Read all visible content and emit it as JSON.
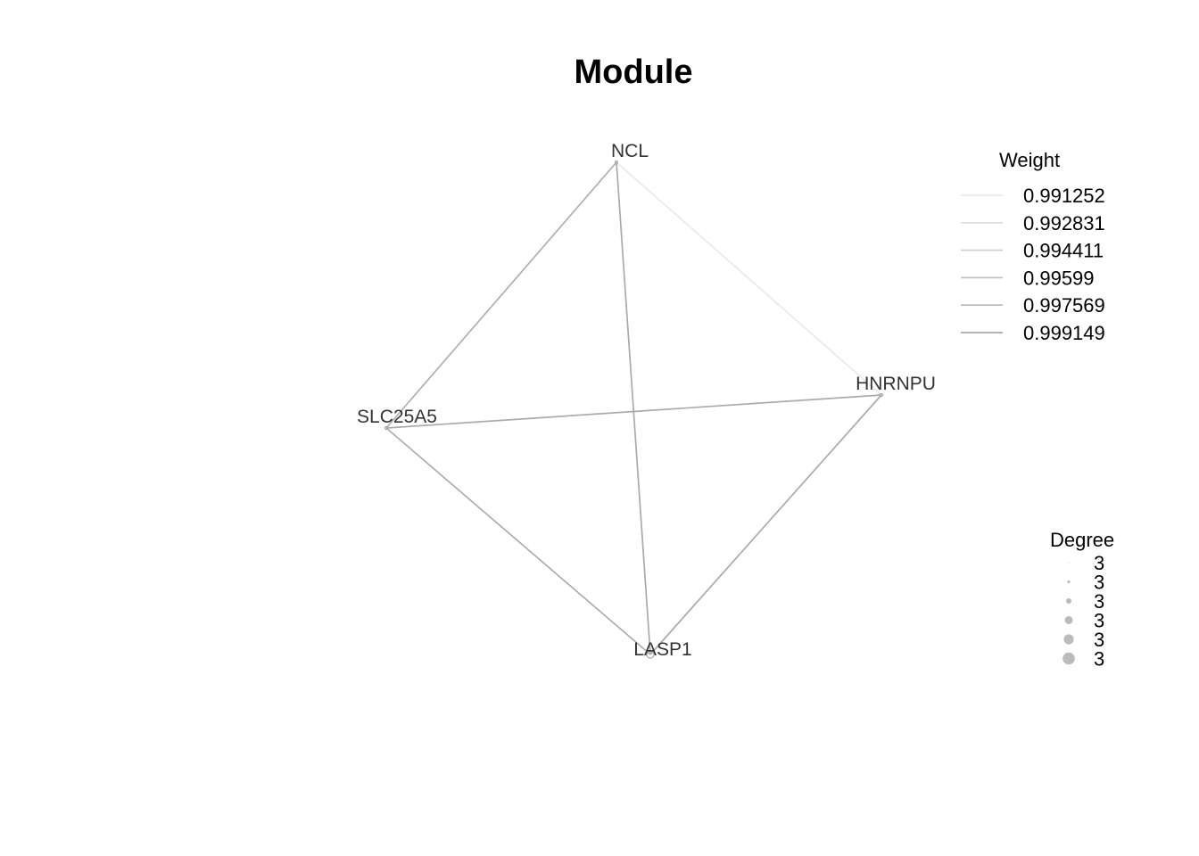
{
  "title": "Module",
  "nodes": [
    {
      "id": "NCL",
      "label": "NCL"
    },
    {
      "id": "HNRNPU",
      "label": "HNRNPU"
    },
    {
      "id": "SLC25A5",
      "label": "SLC25A5"
    },
    {
      "id": "LASP1",
      "label": "LASP1"
    }
  ],
  "edges": [
    {
      "source": "NCL",
      "target": "SLC25A5",
      "weight": 0.9985
    },
    {
      "source": "NCL",
      "target": "LASP1",
      "weight": 0.9991
    },
    {
      "source": "NCL",
      "target": "HNRNPU",
      "weight": 0.9913
    },
    {
      "source": "SLC25A5",
      "target": "HNRNPU",
      "weight": 0.999
    },
    {
      "source": "SLC25A5",
      "target": "LASP1",
      "weight": 0.9988
    },
    {
      "source": "HNRNPU",
      "target": "LASP1",
      "weight": 0.9991
    }
  ],
  "weight_legend": {
    "title": "Weight",
    "entries": [
      "0.991252",
      "0.992831",
      "0.994411",
      "0.99599",
      "0.997569",
      "0.999149"
    ]
  },
  "degree_legend": {
    "title": "Degree",
    "entries": [
      "3",
      "3",
      "3",
      "3",
      "3",
      "3"
    ]
  },
  "colors": {
    "edge": "#aaaaaa",
    "legend_point": "#bbbbbb",
    "node_label": "#333333"
  }
}
